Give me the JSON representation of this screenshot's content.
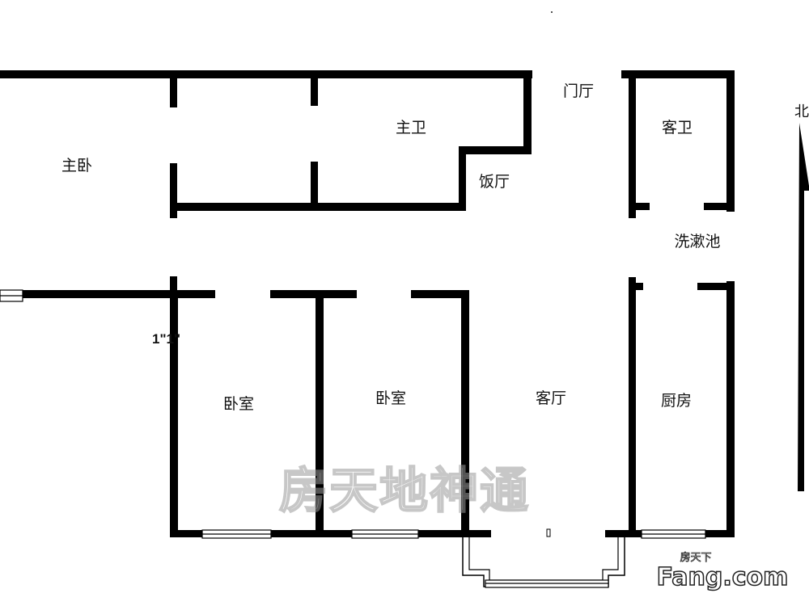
{
  "rooms": {
    "master_bedroom": "主卧",
    "master_bath": "主卫",
    "foyer": "门厅",
    "guest_bath": "客卫",
    "dining": "饭厅",
    "wash_basin": "洗漱池",
    "bedroom_1": "卧室",
    "bedroom_2": "卧室",
    "living_room": "客厅",
    "kitchen": "厨房"
  },
  "north_label": "北",
  "dimension_mark": "1\"1\"",
  "watermark": {
    "center": "房天地神通",
    "brand_cn": "房天下",
    "brand_en": "Fang.com"
  }
}
